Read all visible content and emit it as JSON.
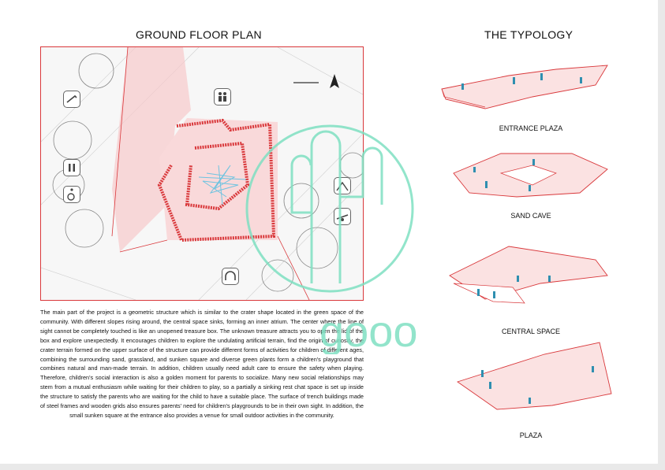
{
  "plan_title": "GROUND FLOOR PLAN",
  "typology_title": "THE TYPOLOGY",
  "description": "The main part of the project is a geometric structure which is similar to the crater shape located in the green space of the community. With different slopes rising around, the central space sinks, forming an inner atrium. The center where the line of sight cannot be completely touched is like an unopened treasure box. The unknown treasure attracts you to open the lid of the box and explore unexpectedly. It encourages children to explore the undulating artificial terrain, find the origin of curiosity, the crater terrain formed on the upper surface of the structure can provide different forms of activities for children of different ages, combining the surrounding sand, grassland, and sunken square and diverse green plants form a children's playground that combines natural and man-made terrain. In addition, children usually need adult care to ensure the safety when playing. Therefore, children's social interaction is also a golden moment for parents to socialize. Many new social relationships may stem from a mutual enthusiasm while waiting for their children to play, so a partially a sinking rest chat space is set up inside the structure to satisfy the parents who are waiting for the child to have a suitable place. The surface of trench buildings made of steel frames and wooden grids also ensures parents' need for children's playgrounds to be in their own sight. In addition, the small sunken square at the entrance also provides a venue for small outdoor activities in the community.",
  "typologies": [
    {
      "label": "ENTRANCE PLAZA"
    },
    {
      "label": "SAND CAVE"
    },
    {
      "label": "CENTRAL SPACE"
    },
    {
      "label": "PLAZA"
    }
  ],
  "watermark_text": "gooo",
  "colors": {
    "accent_red": "#d9383b",
    "people_blue": "#2f8fb0",
    "watermark_green": "#7fe0c2"
  },
  "icons": [
    "slide-icon",
    "people-icon",
    "toilet-icon",
    "wheelchair-icon",
    "climbing-icon",
    "seesaw-icon",
    "tunnel-icon",
    "north-arrow-icon"
  ]
}
